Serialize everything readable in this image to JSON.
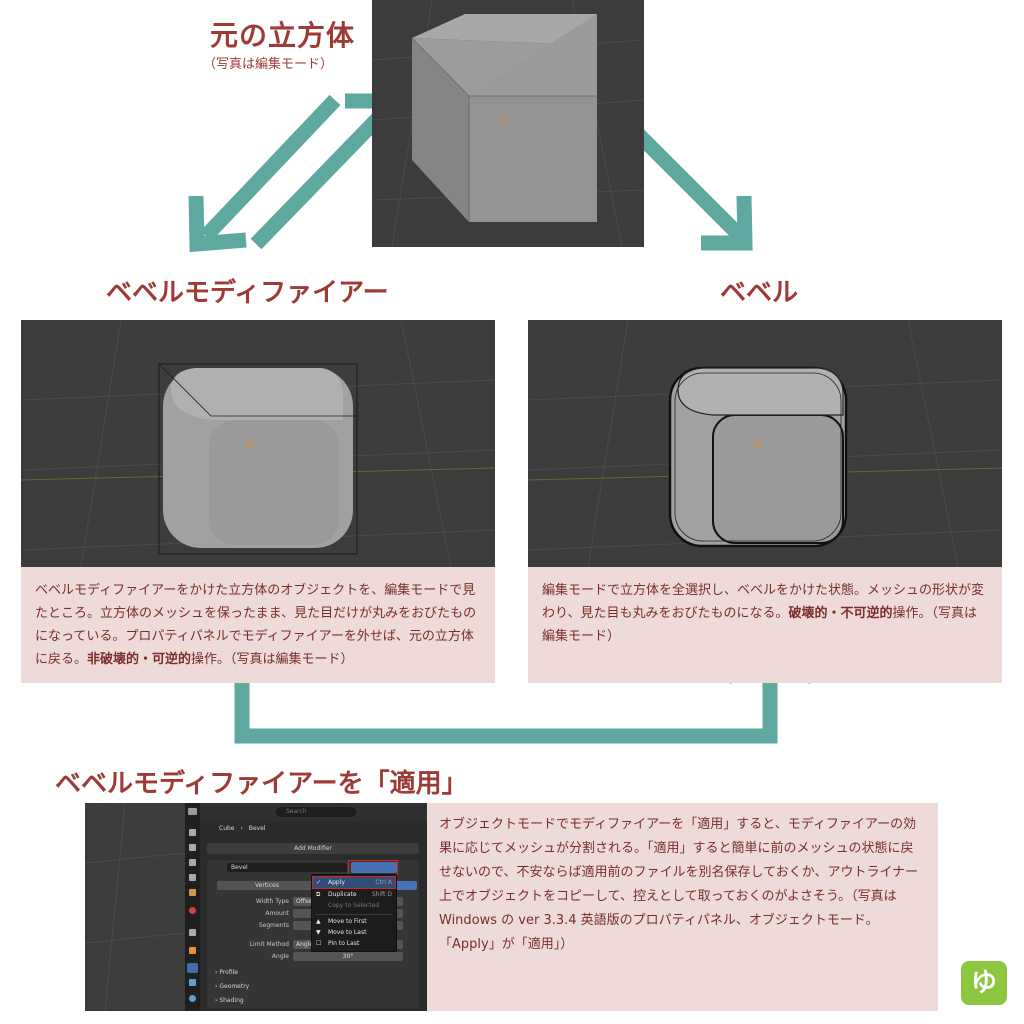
{
  "titles": {
    "original": "元の立方体",
    "original_sub": "（写真は編集モード）",
    "bevel_modifier": "ベベルモディファイアー",
    "bevel": "ベベル",
    "apply": "ベベルモディファイアーを「適用」"
  },
  "notes": {
    "left_part1": "ベベルモディファイアーをかけた立方体のオブジェクトを、編集モードで見たところ。立方体のメッシュを保ったまま、見た目だけが丸みをおびたものになっている。プロパティパネルでモディファイアーを外せば、元の立方体に戻る。",
    "left_bold": "非破壊的・可逆的",
    "left_part2": "操作。（写真は編集モード）",
    "right_part1": "編集モードで立方体を全選択し、ベベルをかけた状態。メッシュの形状が変わり、見た目も丸みをおびたものになる。",
    "right_bold": "破壊的・不可逆的",
    "right_part2": "操作。（写真は編集モード）",
    "apply": "オブジェクトモードでモディファイアーを「適用」すると、モディファイアーの効果に応じてメッシュが分割される。「適用」すると簡単に前のメッシュの状態に戻せないので、不安ならば適用前のファイルを別名保存しておくか、アウトライナー上でオブジェクトをコピーして、控えとして取っておくのがよさそう。（写真は Windows の ver 3.3.4 英語版のプロパティパネル、オブジェクトモード。「Apply」が「適用」）"
  },
  "panel": {
    "search_placeholder": "Search",
    "breadcrumb_object": "Cube",
    "breadcrumb_modifier": "Bevel",
    "add_modifier": "Add Modifier",
    "modifier_name": "Bevel",
    "vertices": "Vertices",
    "width_type_label": "Width Type",
    "width_type_value": "Offset",
    "amount_label": "Amount",
    "segments_label": "Segments",
    "limit_method_label": "Limit Method",
    "limit_method_value": "Angle",
    "angle_label": "Angle",
    "angle_value": "30°",
    "sections": [
      "Profile",
      "Geometry",
      "Shading"
    ],
    "menu": [
      {
        "label": "Apply",
        "shortcut": "Ctrl A"
      },
      {
        "label": "Duplicate",
        "shortcut": "Shift D"
      },
      {
        "label": "Copy to Selected",
        "shortcut": ""
      },
      {
        "label": "Move to First",
        "shortcut": ""
      },
      {
        "label": "Move to Last",
        "shortcut": ""
      },
      {
        "label": "Pin to Last",
        "shortcut": ""
      }
    ]
  },
  "logo": "ゆ",
  "colors": {
    "title": "#9e3b36",
    "note_bg": "#eedbd9",
    "arrow": "#5fa8a0",
    "viewport_bg": "#3c3c3c",
    "highlight": "#e02020",
    "logo_bg": "#8dc63f"
  }
}
